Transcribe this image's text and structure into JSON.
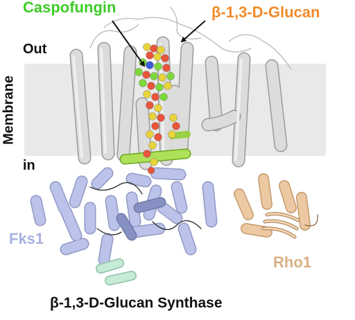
{
  "labels": {
    "drug": "Caspofungin",
    "product": "β-1,3-D-Glucan",
    "out": "Out",
    "membrane": "Membrane",
    "in": "in",
    "fks1": "Fks1",
    "rho1": "Rho1",
    "title": "β-1,3-D-Glucan Synthase"
  },
  "colors": {
    "drug": "#3dcc26",
    "product": "#f28a2a",
    "fks1": "#a8b0e0",
    "rho1": "#d8b083",
    "membrane_band": "#e9e9e9",
    "tm_helix": "#d9d9d9"
  }
}
